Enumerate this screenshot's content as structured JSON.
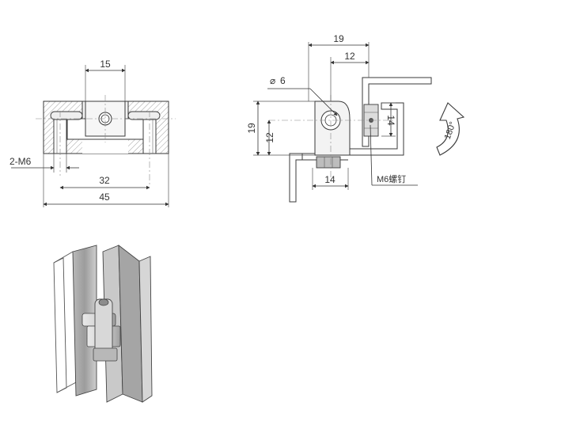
{
  "front_view": {
    "dim_top": "15",
    "dim_thread": "2-M6",
    "dim_pitch": "32",
    "dim_overall": "45"
  },
  "side_view": {
    "dim_width": "19",
    "dim_offset": "12",
    "dim_diameter": "6",
    "dim_height": "19",
    "dim_height_inner": "12",
    "dim_bracket": "14",
    "dim_base": "14",
    "screw_label": "M6螺钉",
    "rotation_label": "180°"
  },
  "colors": {
    "line": "#3a3a3a",
    "metal_light": "#e6e6e6",
    "metal_dark": "#8a8a8a"
  }
}
